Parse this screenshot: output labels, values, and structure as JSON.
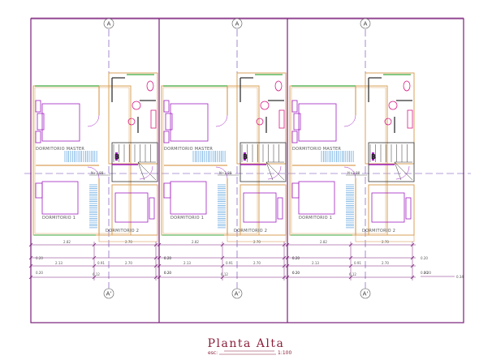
{
  "drawing": {
    "title": "Planta Alta",
    "scale_prefix": "esc:",
    "scale_value": "1:100"
  },
  "units": [
    {
      "rooms": [
        "DORMITORIO MASTER",
        "DORMITORIO 1",
        "DORMITORIO 2"
      ],
      "level": "N+2.88",
      "stair_label": "B",
      "section_top": "A",
      "section_bottom": "A'",
      "dims_row1": [
        "2.82",
        "2.70"
      ],
      "dims_row2": [
        "0.20",
        "0.20"
      ],
      "dims_row3": [
        "2.13",
        "0.91",
        "2.70"
      ],
      "dims_row4": [
        "0.20",
        "0.20"
      ],
      "dims_total": "6.12"
    },
    {
      "rooms": [
        "DORMITORIO MASTER",
        "DORMITORIO 1",
        "DORMITORIO 2"
      ],
      "level": "N+2.88",
      "stair_label": "B",
      "section_top": "A",
      "section_bottom": "A'",
      "dims_row1": [
        "2.82",
        "2.70"
      ],
      "dims_row2": [
        "0.20",
        "0.20"
      ],
      "dims_row3": [
        "2.13",
        "0.91",
        "2.70"
      ],
      "dims_row4": [
        "0.20",
        "0.20"
      ],
      "dims_total": "6.12"
    },
    {
      "rooms": [
        "DORMITORIO MASTER",
        "DORMITORIO 1",
        "DORMITORIO 2"
      ],
      "level": "N+2.88",
      "stair_label": "B",
      "section_top": "A",
      "section_bottom": "A'",
      "dims_row1": [
        "2.82",
        "2.70"
      ],
      "dims_row2": [
        "0.20",
        "0.20"
      ],
      "dims_row3": [
        "2.13",
        "0.91",
        "2.70"
      ],
      "dims_row4": [
        "0.20",
        "0.20"
      ],
      "dims_total": "6.12"
    }
  ],
  "end_dims": {
    "right_top": "0.20",
    "right_total": "0.34"
  },
  "colors": {
    "boundary": "#7a1f7a",
    "wall": "#d9a05a",
    "wall_dark": "#333333",
    "furniture": "#a020c0",
    "fixture": "#d81b84",
    "stair": "#3a8fd8",
    "axis": "#6b3fb0",
    "window": "#3aa63a",
    "dimension": "#7a1f7a",
    "title": "#8a1f3a"
  }
}
